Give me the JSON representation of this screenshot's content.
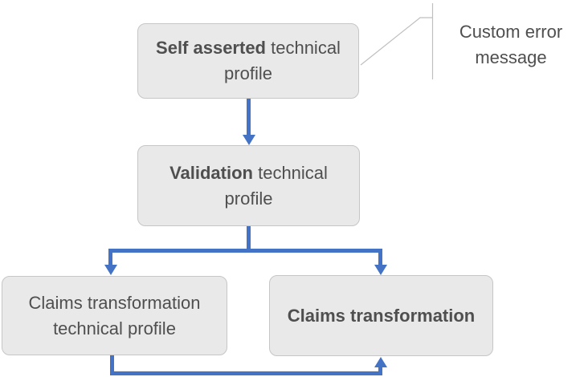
{
  "diagram": {
    "boxes": [
      {
        "id": "self-asserted",
        "bold": "Self asserted",
        "rest": " technical profile"
      },
      {
        "id": "validation",
        "bold": "Validation",
        "rest": " technical profile"
      },
      {
        "id": "claims-transformation-technical-profile",
        "bold": "",
        "rest": "Claims transformation technical profile"
      },
      {
        "id": "claims-transformation",
        "bold": "Claims transformation",
        "rest": ""
      }
    ],
    "callout": {
      "label": "Custom error message"
    },
    "colors": {
      "arrow": "#4472C4",
      "box_fill": "#e9e9e9",
      "box_border": "#c6c6c6",
      "text": "#4f4f4f",
      "callout_line": "#bfbfbf"
    }
  }
}
